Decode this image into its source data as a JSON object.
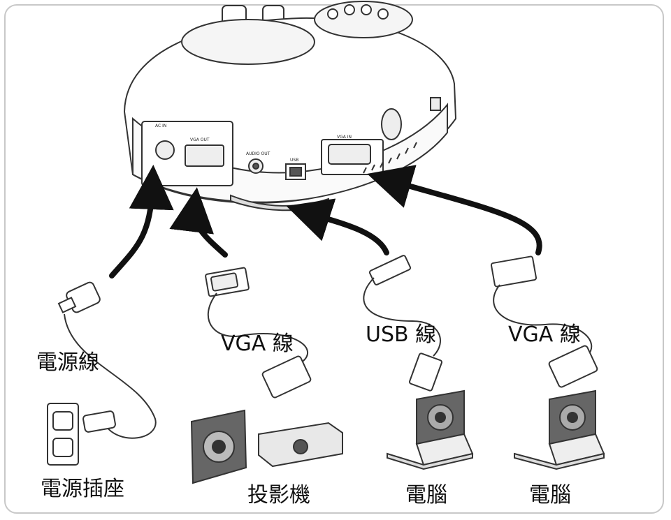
{
  "labels": {
    "power_cable": "電源線",
    "vga_cable_1": "VGA 線",
    "usb_cable": "USB 線",
    "vga_cable_2": "VGA 線",
    "power_outlet": "電源插座",
    "projector": "投影機",
    "computer_1": "電腦",
    "computer_2": "電腦"
  },
  "ports": {
    "ac_in": "AC IN",
    "vga_out": "VGA OUT",
    "audio_out": "AUDIO OUT",
    "usb": "USB",
    "vga_in": "VGA IN"
  }
}
